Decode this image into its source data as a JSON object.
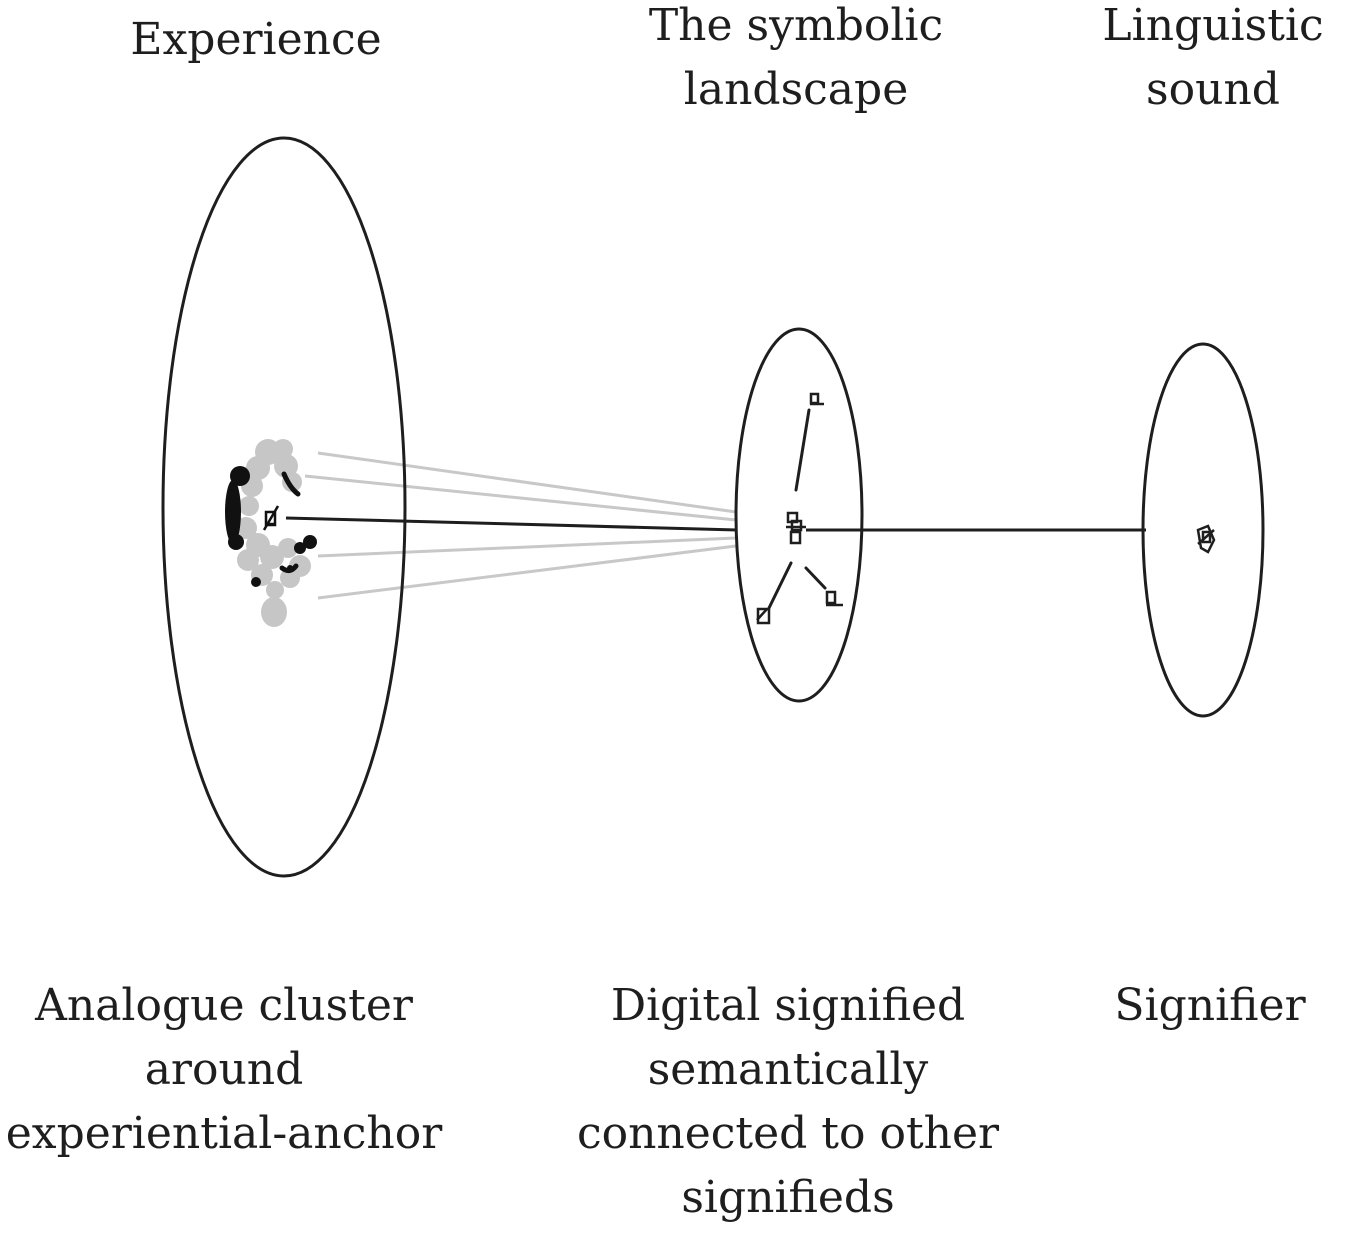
{
  "headers": {
    "experience": [
      "Experience"
    ],
    "symbolic_landscape": [
      "The symbolic",
      "landscape"
    ],
    "linguistic_sound": [
      "Linguistic",
      "sound"
    ]
  },
  "captions": {
    "analogue_cluster": [
      "Analogue cluster",
      "around",
      "experiential-anchor"
    ],
    "digital_signified": [
      "Digital signified",
      "semantically",
      "connected to other",
      "signifieds"
    ],
    "signifier": [
      "Signifier"
    ]
  },
  "colors": {
    "ink": "#1e1e1e",
    "cluster_black": "#111111",
    "cluster_grey": "#c6c6c6",
    "grey_link": "#c8c8c8"
  }
}
